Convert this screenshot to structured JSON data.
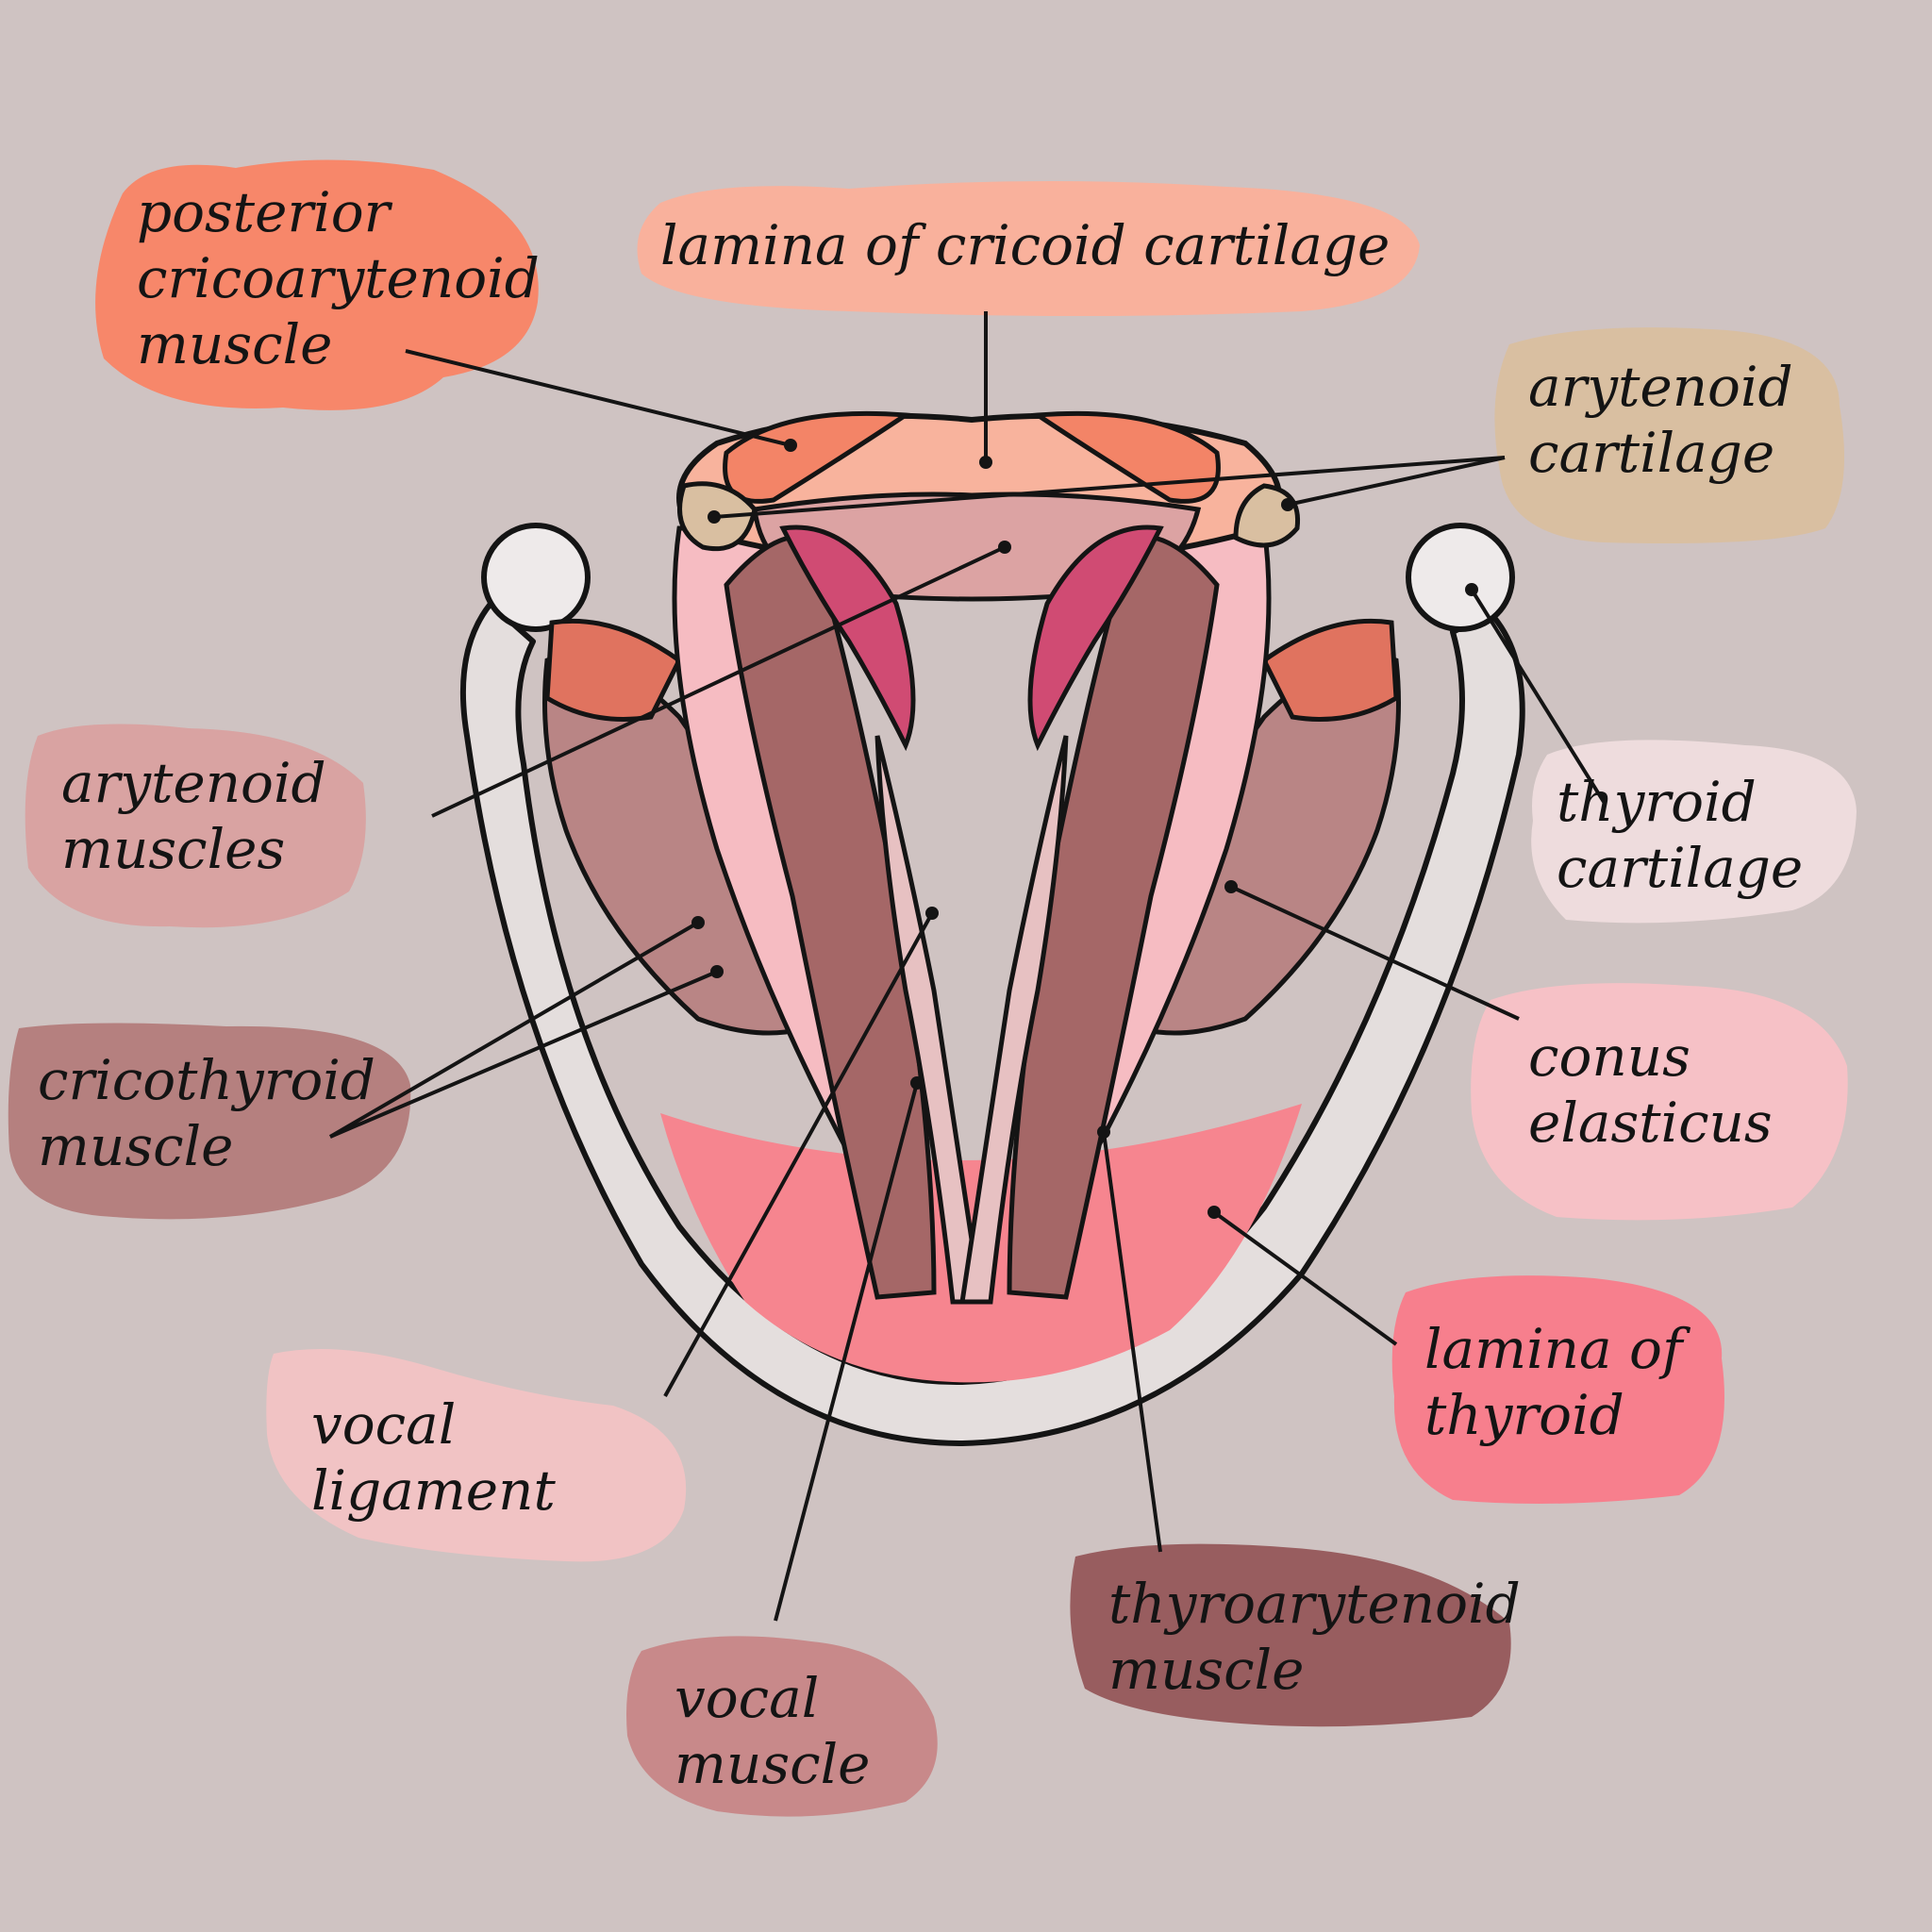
{
  "labels": {
    "posterior_cricoarytenoid": "posterior\ncricoarytenoid\nmuscle",
    "lamina_cricoid": "lamina of cricoid cartilage",
    "arytenoid_cartilage": "arytenoid\ncartilage",
    "arytenoid_muscles": "arytenoid\nmuscles",
    "thyroid_cartilage": "thyroid\ncartilage",
    "cricothyroid_muscle": "cricothyroid\nmuscle",
    "conus_elasticus": "conus\nelasticus",
    "vocal_ligament": "vocal\nligament",
    "lamina_thyroid": "lamina of\nthyroid",
    "vocal_muscle": "vocal\nmuscle",
    "thyroarytenoid_muscle": "thyroarytenoid\nmuscle"
  },
  "colors": {
    "background": "#cfc3c2",
    "posterior_cricoarytenoid": "#f7876a",
    "lamina_cricoid": "#f9b19c",
    "arytenoid_cartilage": "#d9bfa1",
    "arytenoid_muscles": "#d9a3a2",
    "thyroid_cartilage": "#eedcdd",
    "cricothyroid_muscle": "#b5807f",
    "conus_elasticus": "#f6c1c6",
    "vocal_ligament": "#f1c3c4",
    "lamina_thyroid": "#f77f8d",
    "vocal_muscle": "#c8898a",
    "thyroarytenoid_muscle": "#985d5f"
  }
}
